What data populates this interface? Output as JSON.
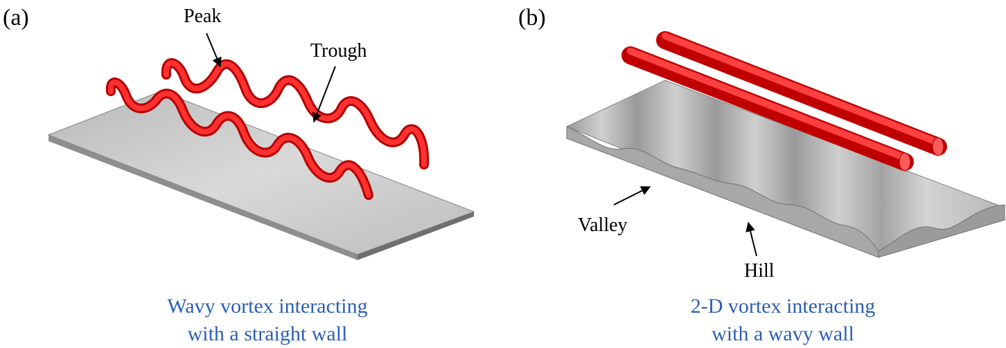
{
  "panels": {
    "a": {
      "id_label": "(a)",
      "annotations": {
        "peak": "Peak",
        "trough": "Trough"
      },
      "caption": {
        "line1": "Wavy vortex interacting",
        "line2": "with a straight wall"
      }
    },
    "b": {
      "id_label": "(b)",
      "annotations": {
        "valley": "Valley",
        "hill": "Hill"
      },
      "caption": {
        "line1": "2-D vortex interacting",
        "line2": "with a wavy wall"
      }
    }
  },
  "colors": {
    "vortex": "#e01010",
    "vortex_highlight": "#ff6a6a",
    "caption": "#2b5fb4",
    "plate_top": "#c8c8c8",
    "plate_edge": "#8e8e8e"
  }
}
